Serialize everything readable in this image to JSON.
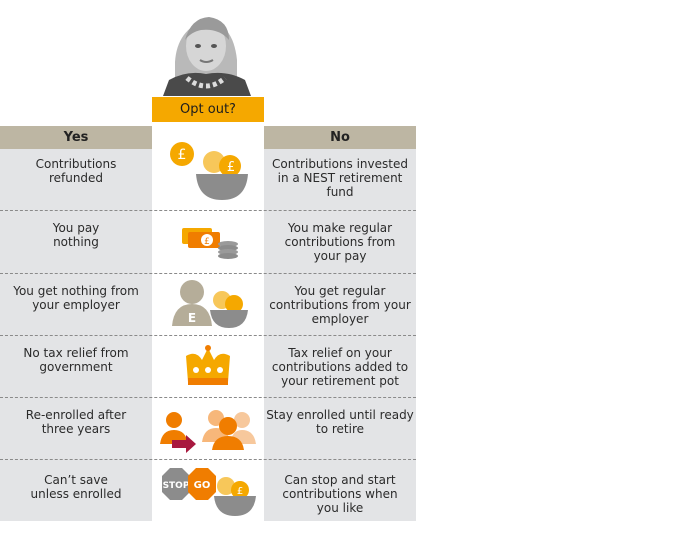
{
  "title": "Opt out?",
  "columns": {
    "yes": "Yes",
    "no": "No"
  },
  "rows": [
    {
      "yes": "Contributions\nrefunded",
      "no": "Contributions invested\nin a NEST retirement fund",
      "icon": "coins-bowl-icon"
    },
    {
      "yes": "You pay\nnothing",
      "no": "You make regular\ncontributions from\nyour pay",
      "icon": "banknotes-coins-icon"
    },
    {
      "yes": "You get nothing from\nyour employer",
      "no": "You get regular\ncontributions from your\nemployer",
      "icon": "employer-bowl-icon"
    },
    {
      "yes": "No tax relief from\ngovernment",
      "no": "Tax relief on your\ncontributions added to\nyour retirement pot",
      "icon": "crown-icon"
    },
    {
      "yes": "Re-enrolled after\nthree years",
      "no": "Stay enrolled until ready\nto retire",
      "icon": "people-arrow-icon"
    },
    {
      "yes": "Can’t save\nunless enrolled",
      "no": "Can stop and start\ncontributions when\nyou like",
      "icon": "stop-go-icon"
    }
  ],
  "icons": {
    "stop_text": "STOP",
    "go_text": "GO",
    "employer_letter": "E",
    "pound": "£"
  },
  "colors": {
    "accent": "#f5a800",
    "header": "#bdb6a3",
    "cell": "#e3e4e6",
    "orange": "#f07d00",
    "grey": "#8c8c8c"
  }
}
